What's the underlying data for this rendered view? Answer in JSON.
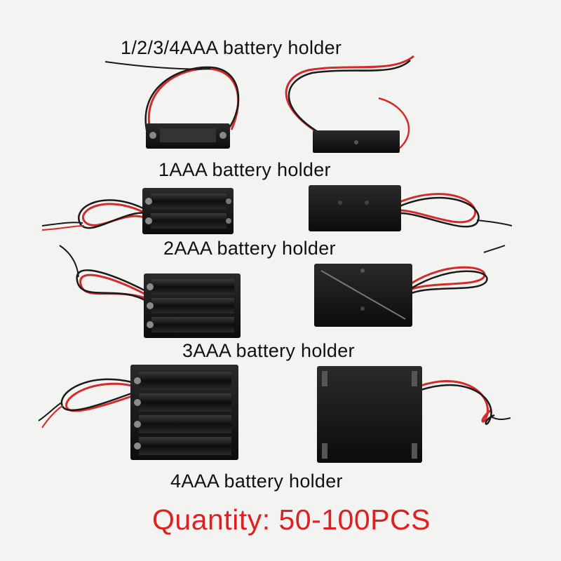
{
  "labels": {
    "title": "1/2/3/4AAA battery holder",
    "one": "1AAA battery holder",
    "two": "2AAA battery holder",
    "three": "3AAA battery holder",
    "four": "4AAA battery holder"
  },
  "quantity": "Quantity: 50-100PCS",
  "colors": {
    "background": "#f3f3f2",
    "holder": "#111111",
    "wire_red": "#d42a2a",
    "wire_black": "#1a1a1a",
    "quantity_text": "#e02020"
  }
}
